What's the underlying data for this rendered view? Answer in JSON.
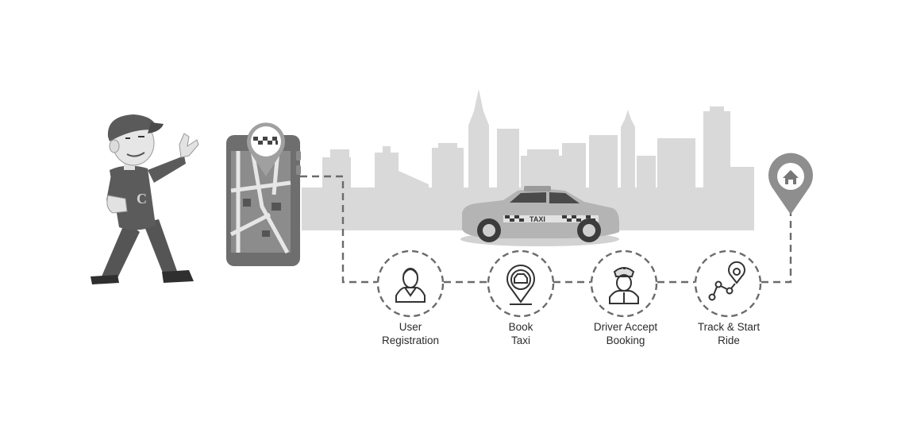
{
  "steps": [
    {
      "line1": "User",
      "line2": "Registration",
      "icon": "user-icon"
    },
    {
      "line1": "Book",
      "line2": "Taxi",
      "icon": "taxi-pin-icon"
    },
    {
      "line1": "Driver Accept",
      "line2": "Booking",
      "icon": "driver-icon"
    },
    {
      "line1": "Track & Start",
      "line2": "Ride",
      "icon": "route-icon"
    }
  ],
  "taxi_sign": "TAXI",
  "shirt_logo": "C",
  "colors": {
    "skyline": "#d9d9d9",
    "phone": "#6e6e6e",
    "taxi": "#b4b4b4",
    "dash": "#6b6b6b",
    "pin": "#8e8e8e"
  }
}
